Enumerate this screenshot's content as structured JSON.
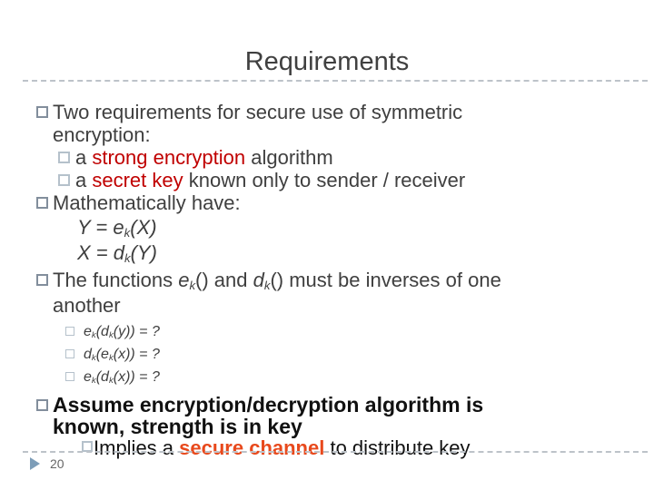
{
  "slide": {
    "title": "Requirements",
    "page_number": "20",
    "colors": {
      "title": "#404040",
      "body": "#3f3f3f",
      "black": "#111111",
      "red": "#c00000",
      "orange": "#e8491c",
      "divider": "#bdc3c9",
      "bullet_l1": "#828e9c",
      "bullet_l2": "#b5c1cb",
      "arrow": "#7d9db8",
      "page_number": "#666666"
    },
    "lines": [
      {
        "indent": "l1",
        "segments": [
          {
            "t": "Two requirements for secure use of symmetric"
          },
          {
            "br": true
          },
          {
            "t": "encryption:"
          }
        ]
      },
      {
        "indent": "l2",
        "segments": [
          {
            "t": "a "
          },
          {
            "t": "strong encryption",
            "c": "red"
          },
          {
            "t": " algorithm"
          }
        ]
      },
      {
        "indent": "l2",
        "segments": [
          {
            "t": "a "
          },
          {
            "t": "secret key",
            "c": "red"
          },
          {
            "t": " known only to sender / receiver"
          }
        ]
      },
      {
        "indent": "l1",
        "segments": [
          {
            "t": "Mathematically have:"
          }
        ]
      },
      {
        "indent": "eq",
        "segments": [
          {
            "t": "Y = e",
            "i": true
          },
          {
            "t": "k",
            "i": true,
            "sub": true
          },
          {
            "t": "(X)",
            "i": true
          }
        ]
      },
      {
        "indent": "eq",
        "segments": [
          {
            "t": "X = d",
            "i": true
          },
          {
            "t": "k",
            "i": true,
            "sub": true
          },
          {
            "t": "(Y)",
            "i": true
          }
        ]
      },
      {
        "indent": "l1",
        "segments": [
          {
            "t": "The functions "
          },
          {
            "t": "e",
            "i": true
          },
          {
            "t": "k",
            "i": true,
            "sub": true
          },
          {
            "t": "() and "
          },
          {
            "t": "d",
            "i": true
          },
          {
            "t": "k",
            "i": true,
            "sub": true
          },
          {
            "t": "() must be inverses of one"
          },
          {
            "br": true
          },
          {
            "t": "another"
          }
        ]
      },
      {
        "indent": "l3",
        "segments": [
          {
            "t": "e",
            "i": true
          },
          {
            "t": "k",
            "i": true,
            "sub": true
          },
          {
            "t": "(",
            "i": true
          },
          {
            "t": "d",
            "i": true
          },
          {
            "t": "k",
            "i": true,
            "sub": true
          },
          {
            "t": "(y)) = ?",
            "i": true
          }
        ]
      },
      {
        "indent": "l3",
        "segments": [
          {
            "t": "d",
            "i": true
          },
          {
            "t": "k",
            "i": true,
            "sub": true
          },
          {
            "t": "(",
            "i": true
          },
          {
            "t": "e",
            "i": true
          },
          {
            "t": "k",
            "i": true,
            "sub": true
          },
          {
            "t": "(x)) = ?",
            "i": true
          }
        ]
      },
      {
        "indent": "l3",
        "segments": [
          {
            "t": "e",
            "i": true
          },
          {
            "t": "k",
            "i": true,
            "sub": true
          },
          {
            "t": "(",
            "i": true
          },
          {
            "t": "d",
            "i": true
          },
          {
            "t": "k",
            "i": true,
            "sub": true
          },
          {
            "t": "(x)) = ?",
            "i": true
          }
        ]
      },
      {
        "indent": "l1",
        "bold": true,
        "color": "black",
        "segments": [
          {
            "t": "Assume encryption/decryption algorithm is"
          },
          {
            "br": true
          },
          {
            "t": "known, strength is in key"
          }
        ]
      },
      {
        "indent": "deep",
        "color": "black",
        "segments": [
          {
            "t": "Implies a "
          },
          {
            "t": "secure channel",
            "c": "orange",
            "b": true
          },
          {
            "t": " to distribute key"
          }
        ]
      }
    ]
  }
}
